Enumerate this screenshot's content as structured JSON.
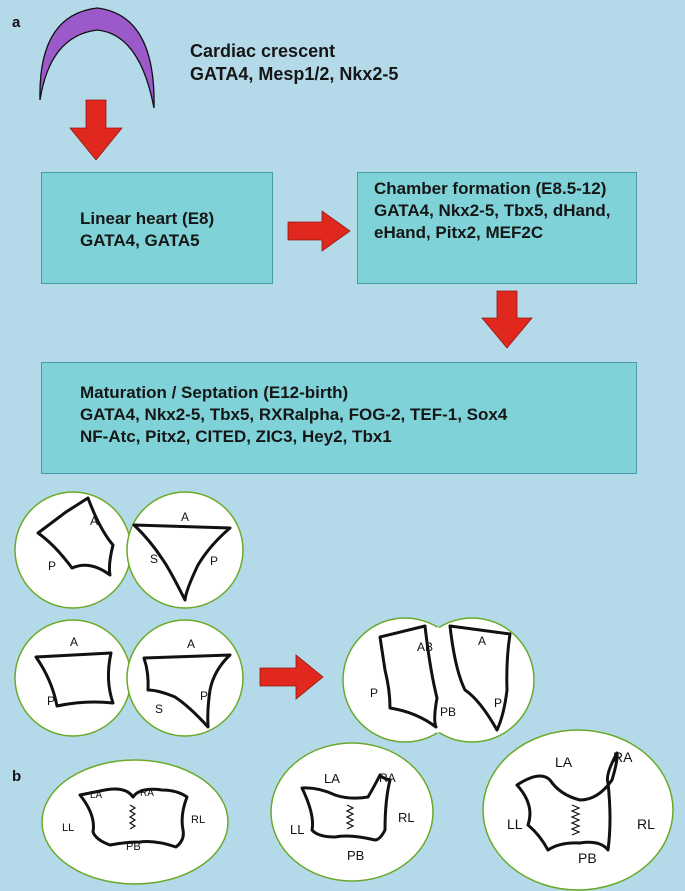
{
  "panel_a": "a",
  "panel_b": "b",
  "crescent": {
    "title": "Cardiac crescent",
    "genes": "GATA4, Mesp1/2, Nkx2-5"
  },
  "linear": {
    "title": "Linear heart (E8)",
    "genes": "GATA4, GATA5"
  },
  "chamber": {
    "title": "Chamber formation (E8.5-12)",
    "line2": "GATA4, Nkx2-5, Tbx5, dHand,",
    "line3": "eHand, Pitx2, MEF2C"
  },
  "maturation": {
    "title": "Maturation / Septation (E12-birth)",
    "line2": "GATA4, Nkx2-5, Tbx5, RXRalpha, FOG-2, TEF-1, Sox4",
    "line3": "NF-Atc, Pitx2, CITED, ZIC3, Hey2, Tbx1"
  },
  "valve_labels": {
    "a": "A",
    "p": "P",
    "s": "S",
    "ab": "AB",
    "pb": "PB",
    "la": "LA",
    "ra": "RA",
    "ll": "LL",
    "rl": "RL"
  },
  "colors": {
    "background": "#b4daea",
    "box_fill": "#7fd3d8",
    "arrow": "#e0281e",
    "crescent": "#9b59c9",
    "ring": "#6aaa2a"
  }
}
